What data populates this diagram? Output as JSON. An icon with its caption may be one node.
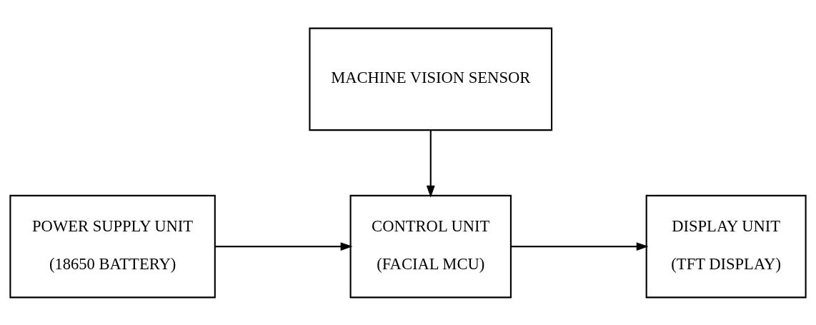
{
  "diagram": {
    "nodes": [
      {
        "text": [
          "MACHINE VISION SENSOR"
        ]
      },
      {
        "text": [
          "POWER SUPPLY UNIT",
          "(18650 BATTERY)"
        ]
      },
      {
        "text": [
          "CONTROL UNIT",
          "(FACIAL MCU)"
        ]
      },
      {
        "text": [
          "DISPLAY UNIT",
          "(TFT DISPLAY)"
        ]
      }
    ],
    "edges": [
      {
        "from": 0,
        "to": 2,
        "arrow": "to"
      },
      {
        "from": 1,
        "to": 2,
        "arrow": "to"
      },
      {
        "from": 2,
        "to": 3,
        "arrow": "to"
      }
    ]
  }
}
